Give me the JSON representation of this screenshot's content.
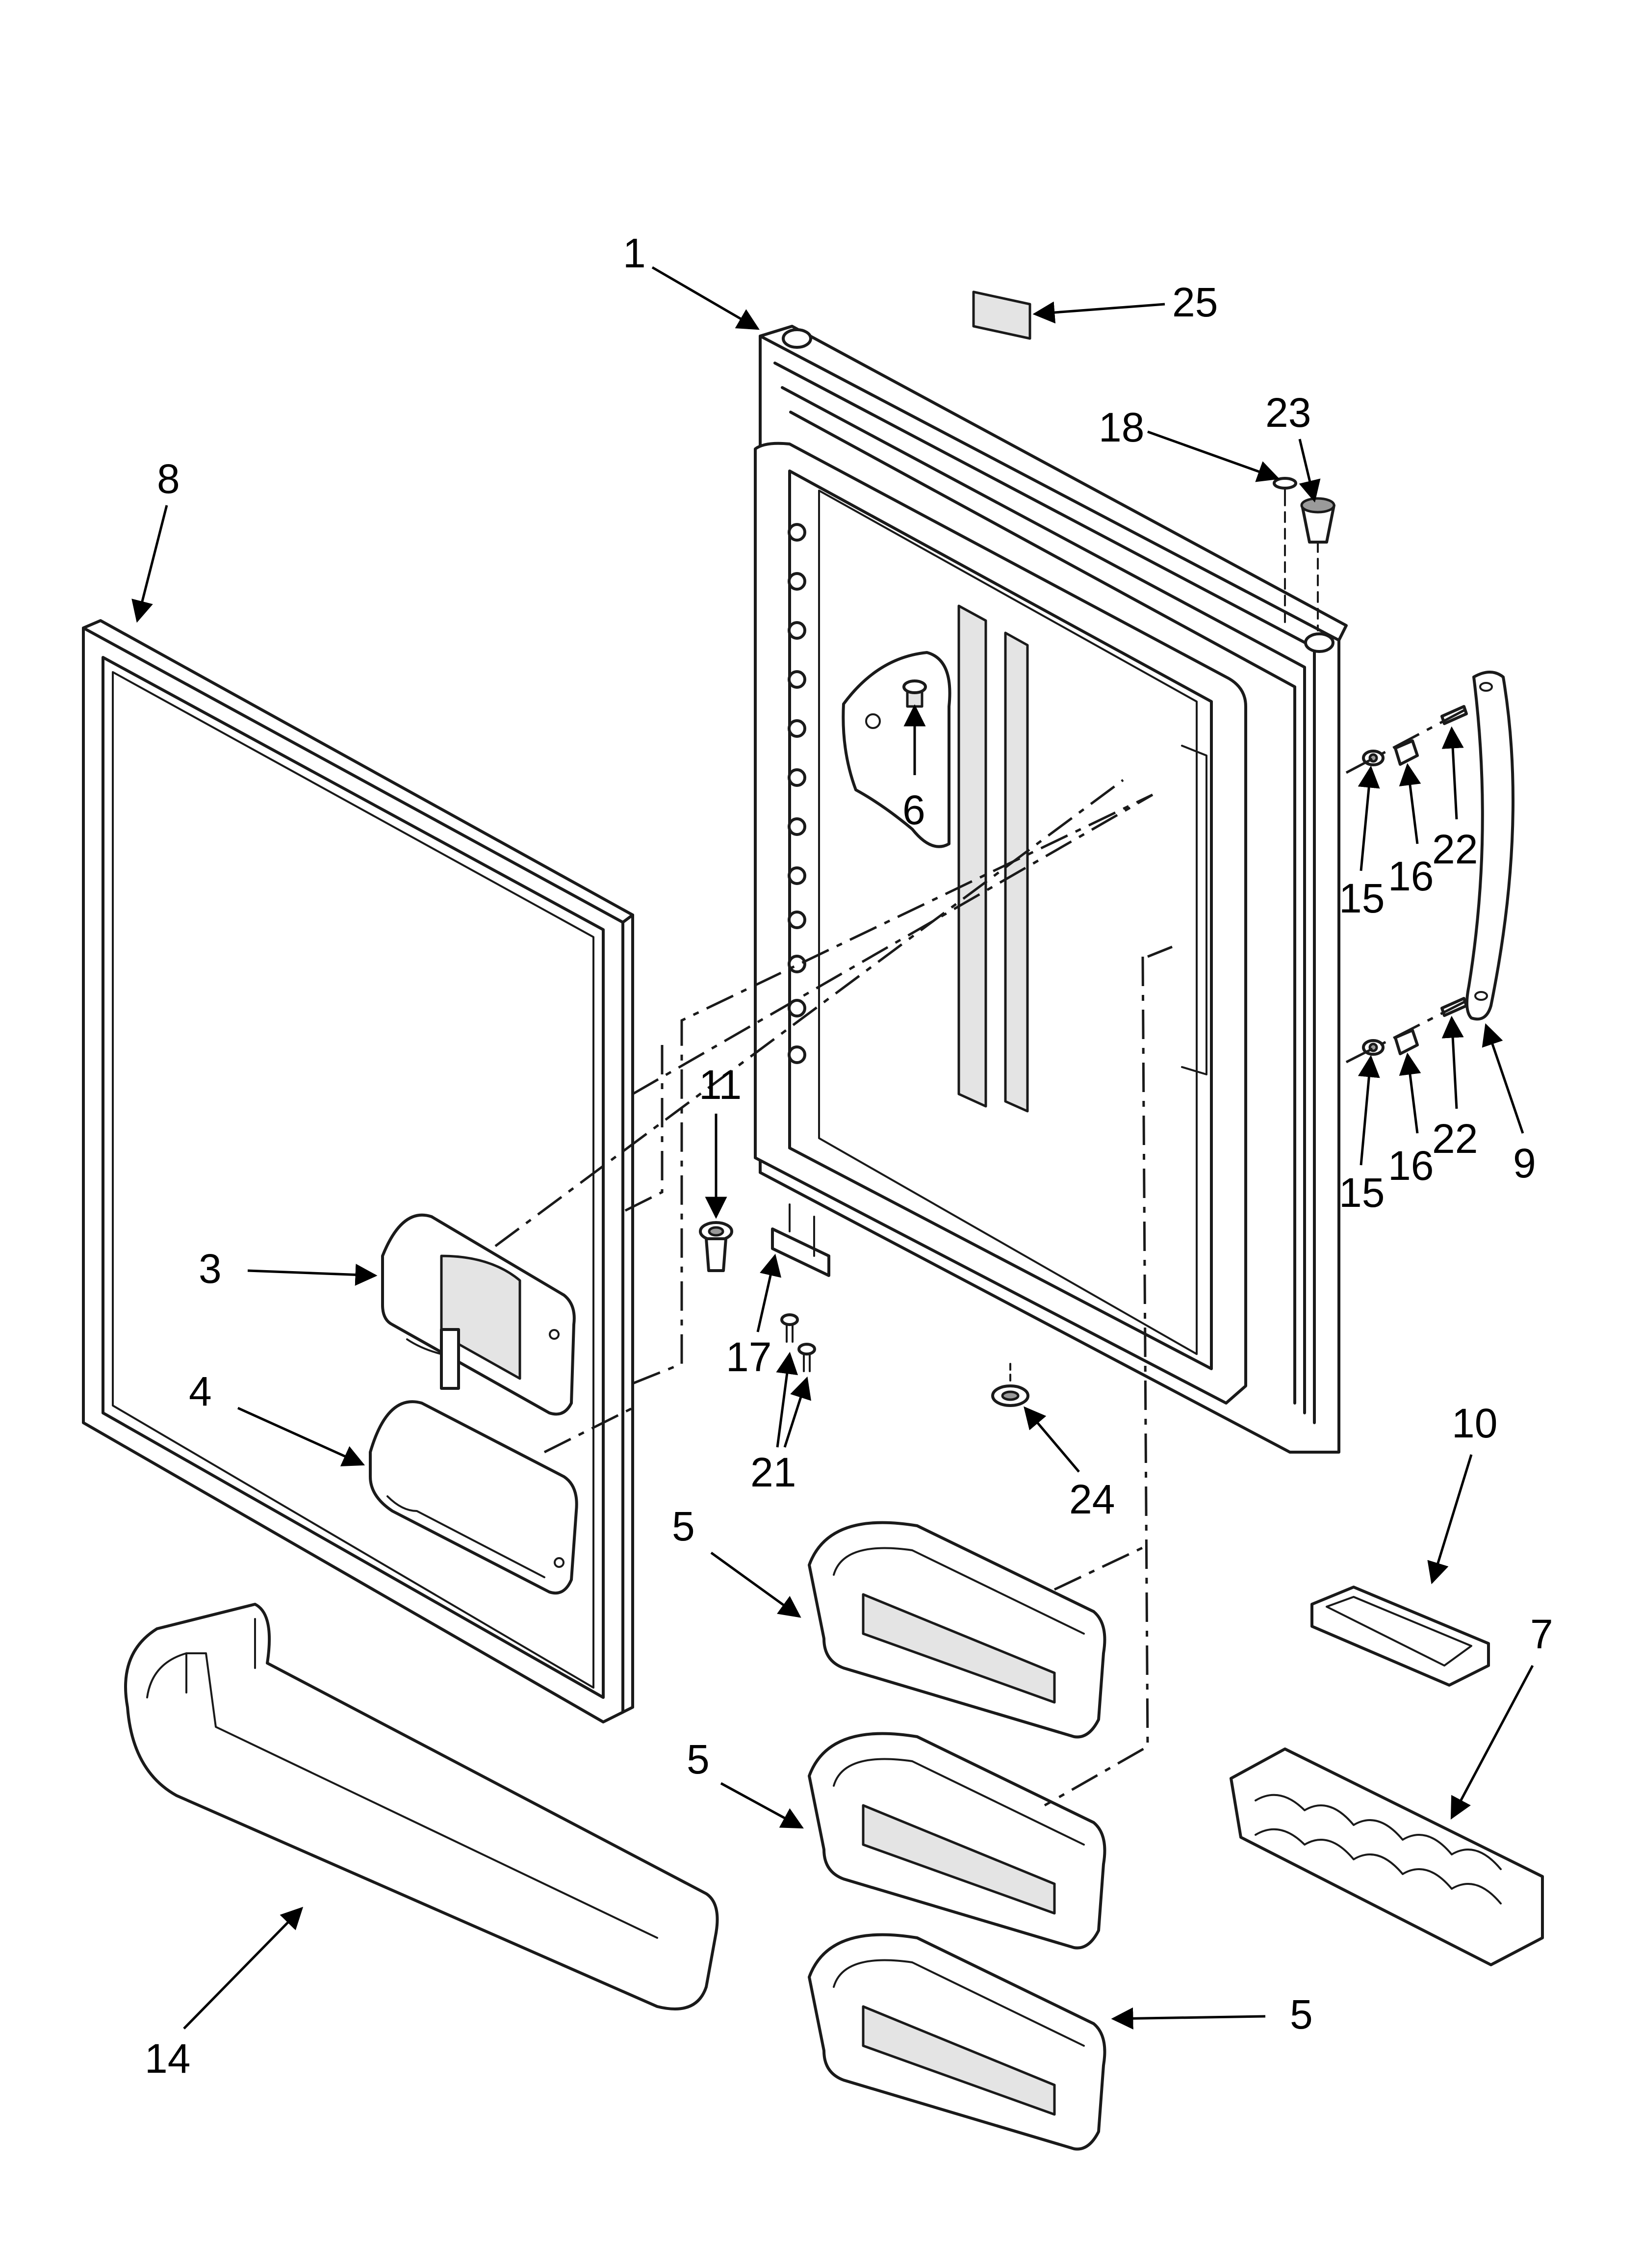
{
  "callouts": [
    {
      "id": "c1",
      "text": "1"
    },
    {
      "id": "c25",
      "text": "25"
    },
    {
      "id": "c18",
      "text": "18"
    },
    {
      "id": "c23",
      "text": "23"
    },
    {
      "id": "c8",
      "text": "8"
    },
    {
      "id": "c6",
      "text": "6"
    },
    {
      "id": "c15a",
      "text": "15"
    },
    {
      "id": "c16a",
      "text": "16"
    },
    {
      "id": "c22a",
      "text": "22"
    },
    {
      "id": "c15b",
      "text": "15"
    },
    {
      "id": "c16b",
      "text": "16"
    },
    {
      "id": "c22b",
      "text": "22"
    },
    {
      "id": "c9",
      "text": "9"
    },
    {
      "id": "c11",
      "text": "11"
    },
    {
      "id": "c3",
      "text": "3"
    },
    {
      "id": "c4",
      "text": "4"
    },
    {
      "id": "c17",
      "text": "17"
    },
    {
      "id": "c21",
      "text": "21"
    },
    {
      "id": "c24",
      "text": "24"
    },
    {
      "id": "c10",
      "text": "10"
    },
    {
      "id": "c5a",
      "text": "5"
    },
    {
      "id": "c5b",
      "text": "5"
    },
    {
      "id": "c5c",
      "text": "5"
    },
    {
      "id": "c7",
      "text": "7"
    },
    {
      "id": "c14",
      "text": "14"
    }
  ]
}
